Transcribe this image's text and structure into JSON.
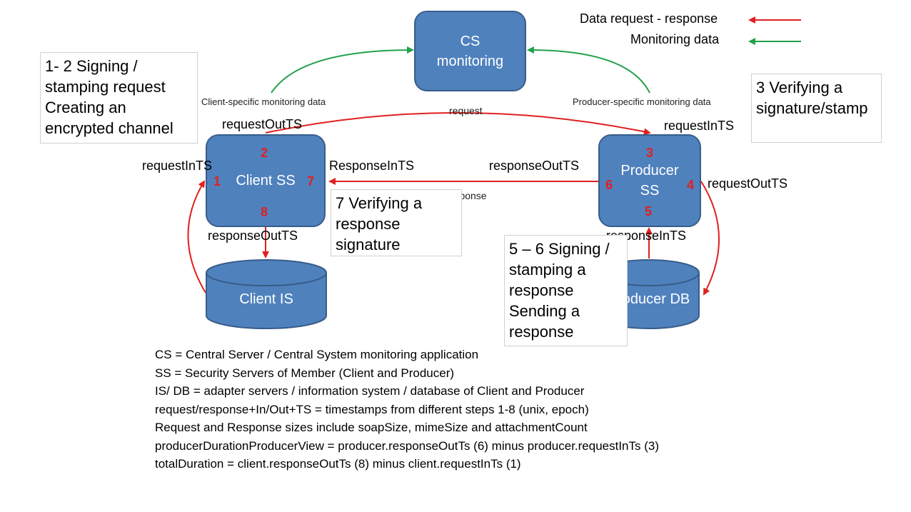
{
  "legend": {
    "data_request_response": "Data request - response",
    "monitoring_data": "Monitoring data",
    "colors": {
      "request_response": "#e02020",
      "monitoring": "#22a14a",
      "node_fill": "#4f81bd",
      "node_border": "#385d8a"
    }
  },
  "nodes": {
    "cs_monitoring": "CS\nmonitoring",
    "client_ss": "Client SS",
    "producer_ss": "Producer\nSS",
    "client_is": "Client IS",
    "producer_db": "Producer DB"
  },
  "notes": {
    "signing_request": "1- 2 Signing /\nstamping request\nCreating an\nencrypted channel",
    "verifying_signature": "3 Verifying a\nsignature/stamp",
    "verifying_response": "7 Verifying a\nresponse\nsignature",
    "signing_response": "5 – 6 Signing /\nstamping a\nresponse\nSending a\nresponse"
  },
  "labels": {
    "client_monitoring": "Client-specific monitoring data",
    "producer_monitoring": "Producer-specific monitoring  data",
    "request": "request",
    "response": "response",
    "client_request_out_ts": "requestOutTS",
    "client_request_in_ts": "requestInTS",
    "client_response_in_ts": "ResponseInTS",
    "client_response_out_ts": "responseOutTS",
    "producer_request_in_ts": "requestInTS",
    "producer_response_out_ts": "responseOutTS",
    "producer_request_out_ts": "requestOutTS",
    "producer_response_in_ts": "responseInTS"
  },
  "steps": {
    "s1": "1",
    "s2": "2",
    "s3": "3",
    "s4": "4",
    "s5": "5",
    "s6": "6",
    "s7": "7",
    "s8": "8"
  },
  "definitions": [
    "CS = Central Server / Central System monitoring application",
    "SS = Security Servers of Member (Client and Producer)",
    "IS/ DB = adapter servers / information system / database of Client and Producer",
    "request/response+In/Out+TS  = timestamps from different steps 1-8 (unix, epoch)",
    "Request and Response  sizes include soapSize, mimeSize and attachmentCount",
    "producerDurationProducerView  = producer.responseOutTs  (6) minus producer.requestInTs  (3)",
    "totalDuration = client.responseOutTs  (8) minus client.requestInTs  (1)"
  ]
}
